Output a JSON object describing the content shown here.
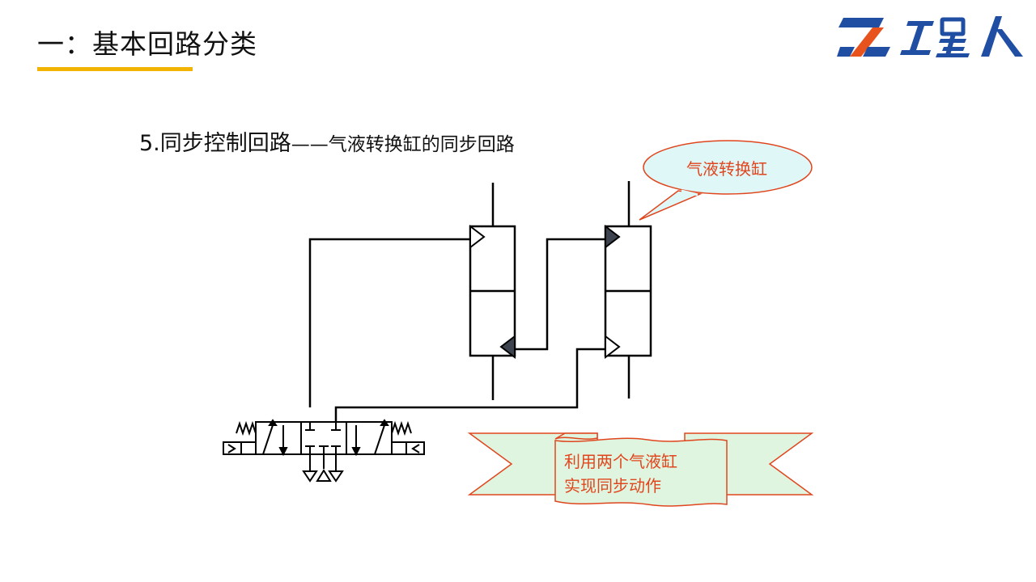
{
  "header": {
    "title": "一：基本回路分类",
    "underline_color": "#f2b400",
    "logo": {
      "name": "gongxingren-logo",
      "text": "工星人",
      "colors": [
        "#1f4ea3",
        "#e8521c"
      ]
    }
  },
  "content": {
    "subtitle_main": "5.同步控制回路",
    "subtitle_rest": "——气液转换缸的同步回路",
    "callout": {
      "text": "气液转换缸",
      "fill": "#dff7f7",
      "border": "#e0461e"
    },
    "banner": {
      "line1": "利用两个气液缸",
      "line2": "实现同步动作",
      "fill": "#dff5df",
      "border": "#e0461e"
    }
  },
  "diagram": {
    "components": [
      "气液转换缸 A",
      "气液转换缸 B",
      "五口三位电磁换向阀"
    ],
    "arrow_fill": "#3d4450"
  }
}
